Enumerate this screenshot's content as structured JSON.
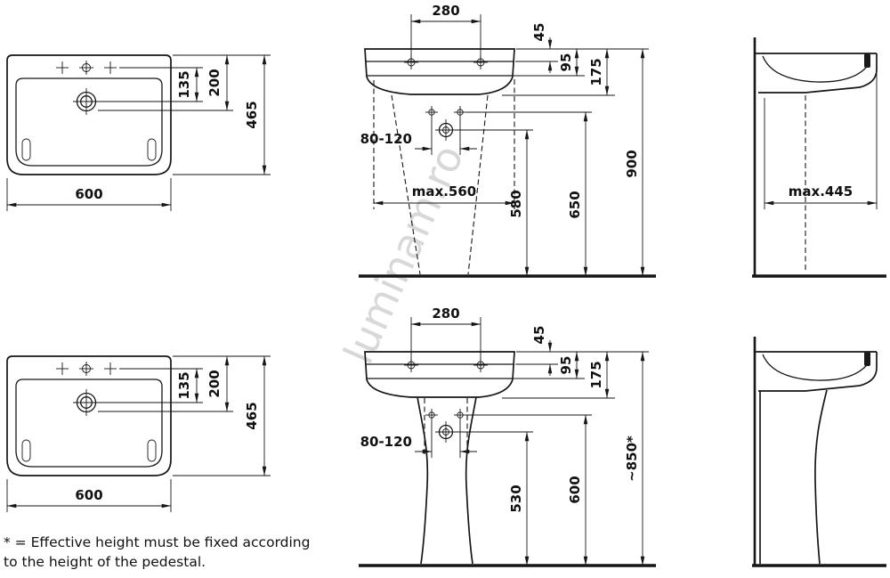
{
  "watermark": {
    "text": "luminam.ro"
  },
  "footnote": {
    "line1": "* = Effective height must be fixed according",
    "line2": "to the height of the pedestal."
  },
  "top": {
    "plan": {
      "d135": "135",
      "d200": "200",
      "d465": "465",
      "d600": "600"
    },
    "front": {
      "d280": "280",
      "d45": "45",
      "d95": "95",
      "d175": "175",
      "d80_120": "80-120",
      "dmax560": "max.560",
      "d580": "580",
      "d650": "650",
      "d900": "900"
    },
    "side": {
      "dmax445": "max.445"
    }
  },
  "bottom": {
    "plan": {
      "d135": "135",
      "d200": "200",
      "d465": "465",
      "d600": "600"
    },
    "front": {
      "d280": "280",
      "d45": "45",
      "d95": "95",
      "d175": "175",
      "d80_120": "80-120",
      "d530": "530",
      "d600": "600",
      "d850": "~850*"
    }
  }
}
